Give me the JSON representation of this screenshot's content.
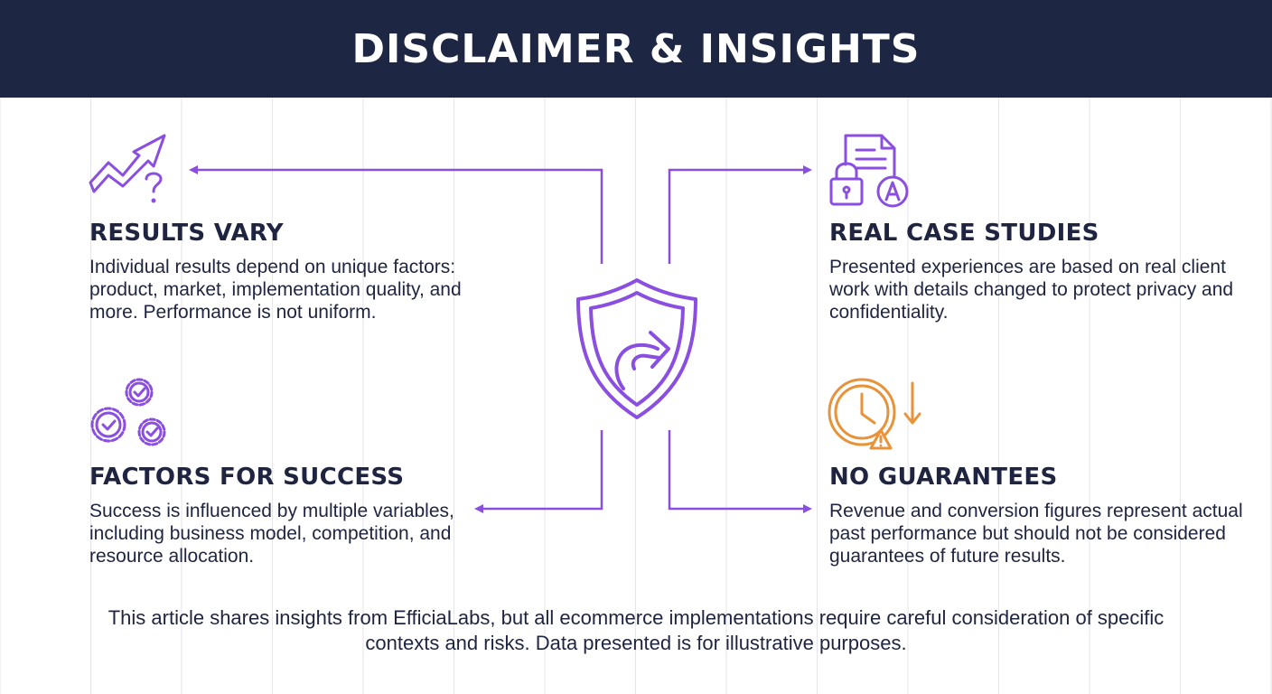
{
  "header": {
    "title": "DISCLAIMER & INSIGHTS"
  },
  "colors": {
    "header_bg": "#1d2642",
    "accent_purple": "#8a4fe0",
    "accent_orange": "#e8923a",
    "text": "#1f2440"
  },
  "sections": {
    "results_vary": {
      "icon": "trend-up-question-icon",
      "title": "RESULTS VARY",
      "body": "Individual results depend on unique factors: product, market, implementation quality, and more. Performance is not uniform."
    },
    "real_case_studies": {
      "icon": "document-lock-icon",
      "title": "REAL CASE STUDIES",
      "body": "Presented experiences are based on real client work with details changed to protect privacy and confidentiality."
    },
    "factors_for_success": {
      "icon": "gears-check-icon",
      "title": "FACTORS FOR SUCCESS",
      "body": "Success is influenced by multiple variables, including business model, competition, and resource allocation."
    },
    "no_guarantees": {
      "icon": "clock-warning-icon",
      "title": "NO GUARANTEES",
      "body": "Revenue and conversion figures represent actual past performance but should not be considered guarantees of future results."
    }
  },
  "center": {
    "icon": "shield-arrow-icon"
  },
  "footer": {
    "text": "This article shares insights from EfficiaLabs, but all ecommerce implementations require careful consideration of specific contexts and risks. Data presented is for illustrative purposes."
  }
}
